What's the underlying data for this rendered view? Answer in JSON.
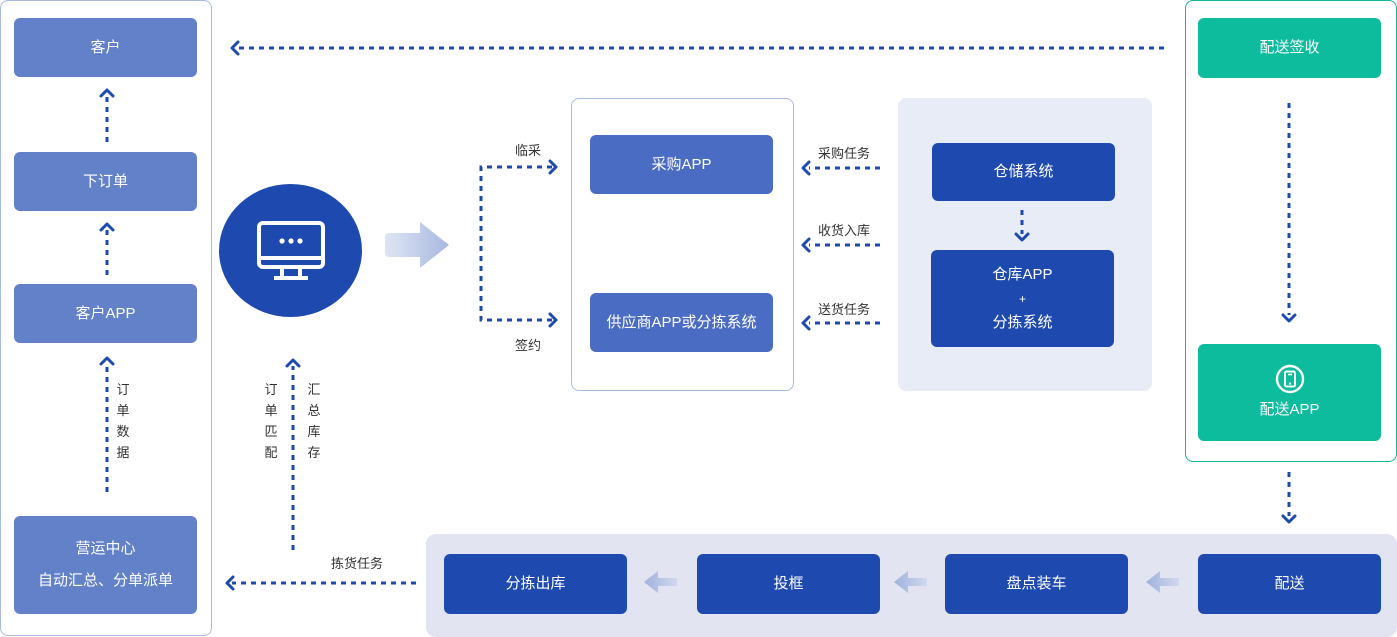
{
  "left_column": {
    "customer": "客户",
    "place_order": "下订单",
    "customer_app": "客户APP",
    "order_data_label": "订单数据",
    "ops_center_title": "营运中心",
    "ops_center_sub": "自动汇总、分单派单"
  },
  "center": {
    "icon": "monitor-icon",
    "order_match_label": "订单匹配",
    "summary_stock_label": "汇总库存",
    "picking_task_label": "拣货任务"
  },
  "purchase_panel": {
    "temp_purchase_label": "临采",
    "contract_label": "签约",
    "purchase_app": "采购APP",
    "supplier_app": "供应商APP或分拣系统"
  },
  "warehouse_panel": {
    "purchase_task_label": "采购任务",
    "receive_label": "收货入库",
    "delivery_task_label": "送货任务",
    "storage_system": "仓储系统",
    "warehouse_app_line1": "仓库APP",
    "warehouse_app_plus": "+",
    "warehouse_app_line2": "分拣系统"
  },
  "delivery_panel": {
    "sign_receipt": "配送签收",
    "delivery_app": "配送APP",
    "icon": "mobile-phone-icon"
  },
  "bottom_flow": {
    "steps": [
      "配送",
      "盘点装车",
      "投框",
      "分拣出库"
    ]
  },
  "colors": {
    "light_blue": "#6281c9",
    "mid_blue": "#4a6dc3",
    "dark_blue": "#1e4ab0",
    "green": "#0dbb9d",
    "arrow_blue": "#1e4ab0"
  }
}
